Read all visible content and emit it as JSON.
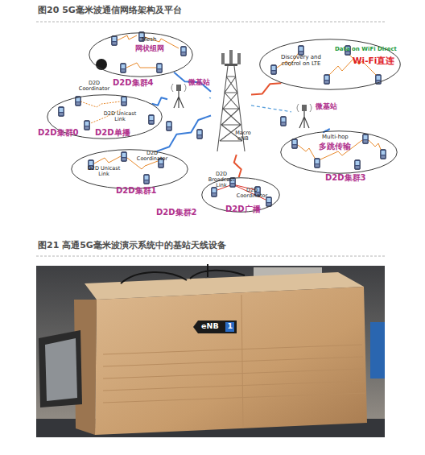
{
  "diagram": {
    "title": "图20 5G毫米波通信网络架构及平台",
    "nodes": [
      {
        "text": [
          "Mesh",
          "网状组网",
          "D2D集群4"
        ]
      },
      {
        "text": [
          "Discovery and control on LTE",
          "Data on WiFi Direct",
          "Wi-Fi直连"
        ]
      },
      {
        "text": [
          "微基站"
        ]
      },
      {
        "text": [
          "D2D集群0",
          "D2D Coordinator",
          "D2D Unicast Link",
          "D2D单播"
        ]
      },
      {
        "text": [
          "Macro eNB"
        ]
      },
      {
        "text": [
          "微基站"
        ]
      },
      {
        "text": [
          "Multi-hop",
          "多跳传输",
          "D2D集群3"
        ]
      },
      {
        "text": [
          "D2D Coordinator",
          "D2D Unicast Link",
          "D2D集群1"
        ]
      },
      {
        "text": [
          "D2D Broadcast Link",
          "D2D Coordinator",
          "D2D集群2",
          "D2D广播"
        ]
      }
    ],
    "edges": [
      {
        "from": 4,
        "to": 0,
        "arrow": "none"
      },
      {
        "from": 4,
        "to": 1,
        "arrow": "none"
      },
      {
        "from": 4,
        "to": 2,
        "arrow": "none"
      },
      {
        "from": 2,
        "to": 3,
        "arrow": "none"
      },
      {
        "from": 4,
        "to": 5,
        "arrow": "none"
      },
      {
        "from": 5,
        "to": 6,
        "arrow": "none"
      },
      {
        "from": 4,
        "to": 7,
        "arrow": "none"
      },
      {
        "from": 4,
        "to": 8,
        "arrow": "none"
      }
    ],
    "labels": [
      "图21 高通5G毫米波演示系统中的基站天线设备",
      "eNB",
      "1"
    ]
  }
}
